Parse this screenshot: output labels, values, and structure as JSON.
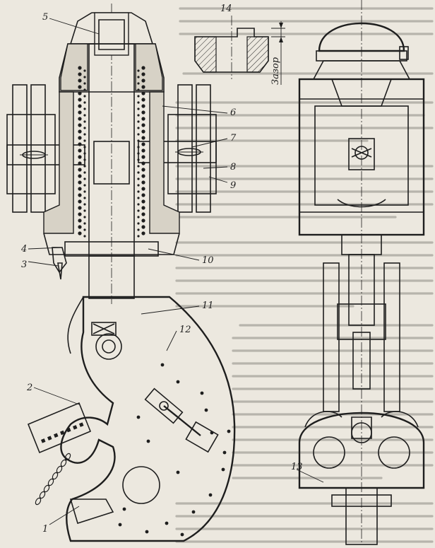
{
  "labels": {
    "n1": "1",
    "n2": "2",
    "n3": "3",
    "n4": "4",
    "n5": "5",
    "n6": "6",
    "n7": "7",
    "n8": "8",
    "n9": "9",
    "n10": "10",
    "n11": "11",
    "n12": "12",
    "n13": "13",
    "n14": "14",
    "gap": "Зазор"
  },
  "colors": {
    "paper": "#ece8df",
    "ink": "#1e1e1e",
    "bleed_through_text": "#8d8a84"
  }
}
